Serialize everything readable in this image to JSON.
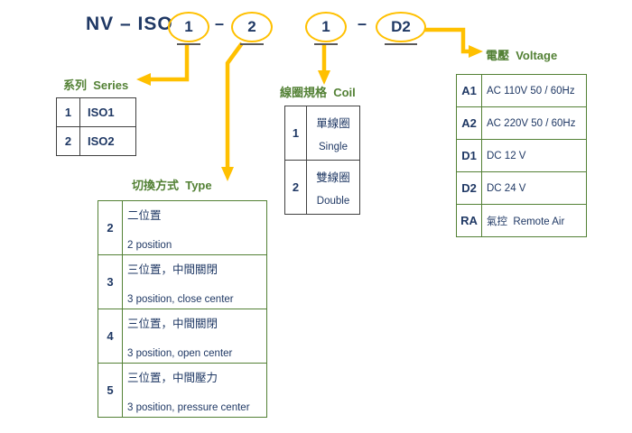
{
  "code_line": {
    "prefix": "NV – ISO",
    "series_value": "1",
    "separator1": "–",
    "type_value": "2",
    "coil_value": "1",
    "separator2": "–",
    "voltage_value": "D2"
  },
  "colors": {
    "accent_yellow": "#ffc000",
    "label_green": "#538135",
    "text_navy": "#1f3864",
    "dark_table_border": "#404040"
  },
  "series": {
    "label": "系列  Series",
    "rows": [
      {
        "code": "1",
        "desc": "ISO1"
      },
      {
        "code": "2",
        "desc": "ISO2"
      }
    ]
  },
  "type": {
    "label": "切換方式  Type",
    "rows": [
      {
        "code": "2",
        "zh": "二位置",
        "en": "2 position"
      },
      {
        "code": "3",
        "zh": "三位置，中間關閉",
        "en": "3 position, close center"
      },
      {
        "code": "4",
        "zh": "三位置，中間關閉",
        "en": "3 position, open center"
      },
      {
        "code": "5",
        "zh": "三位置，中間壓力",
        "en": "3 position, pressure center"
      }
    ]
  },
  "coil": {
    "label": "線圈規格  Coil",
    "rows": [
      {
        "code": "1",
        "zh": "單線圈",
        "en": "Single"
      },
      {
        "code": "2",
        "zh": "雙線圈",
        "en": "Double"
      }
    ]
  },
  "voltage": {
    "label": "電壓  Voltage",
    "rows": [
      {
        "code": "A1",
        "desc": "AC 110V 50 / 60Hz"
      },
      {
        "code": "A2",
        "desc": "AC 220V 50 / 60Hz"
      },
      {
        "code": "D1",
        "desc": "DC 12 V"
      },
      {
        "code": "D2",
        "desc": "DC 24 V"
      },
      {
        "code": "RA",
        "desc": "氣控  Remote Air"
      }
    ]
  }
}
